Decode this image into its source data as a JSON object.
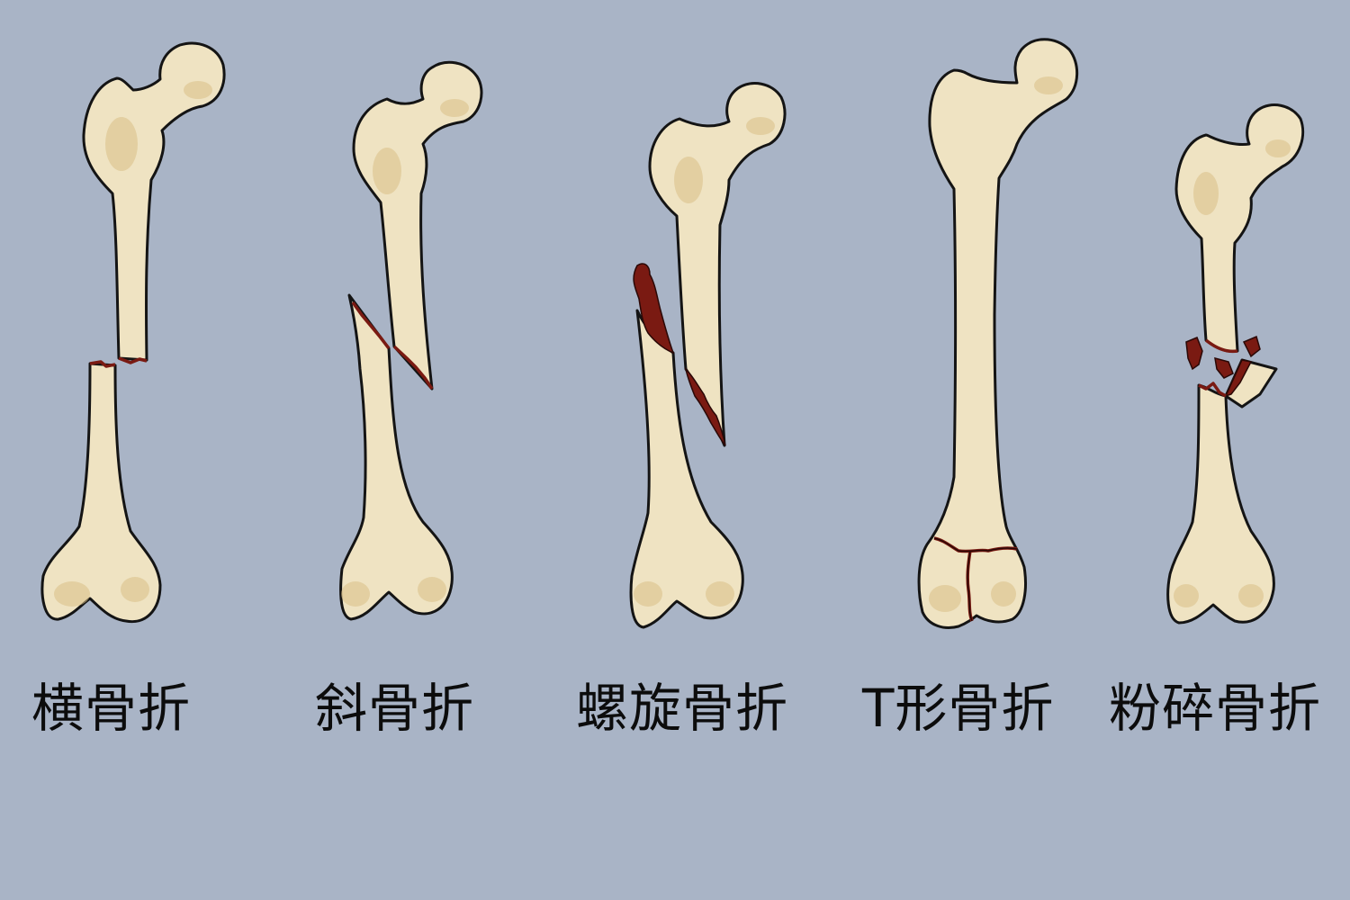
{
  "labels": {
    "transverse": "横骨折",
    "oblique": "斜骨折",
    "spiral": "螺旋骨折",
    "t_shaped": "T形骨折",
    "comminuted": "粉碎骨折"
  },
  "colors": {
    "background": "#a9b4c6",
    "bone": "#efe3c2",
    "bone_shade": "#d9bf86",
    "fracture_blood": "#7a1a12",
    "outline": "#141414"
  }
}
